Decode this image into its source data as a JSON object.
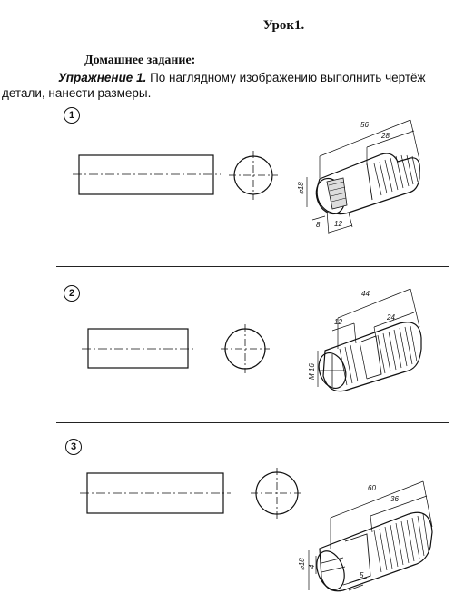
{
  "lesson_title": "Урок1.",
  "homework_heading": "Домашнее задание:",
  "task": {
    "label": "Упражнение 1.",
    "text": " По наглядному изображению выполнить чертёж детали, нанести размеры."
  },
  "exercises": [
    {
      "number": "1",
      "dims": {
        "total": "56",
        "thread": "28",
        "diameter": "⌀18",
        "chamfer": "8",
        "flat": "12"
      }
    },
    {
      "number": "2",
      "dims": {
        "total": "44",
        "left": "12",
        "thread": "24",
        "diameter": "M 16"
      }
    },
    {
      "number": "3",
      "dims": {
        "total": "60",
        "thread": "36",
        "diameter": "⌀18",
        "slot_depth": "4",
        "slot": "5"
      }
    }
  ]
}
